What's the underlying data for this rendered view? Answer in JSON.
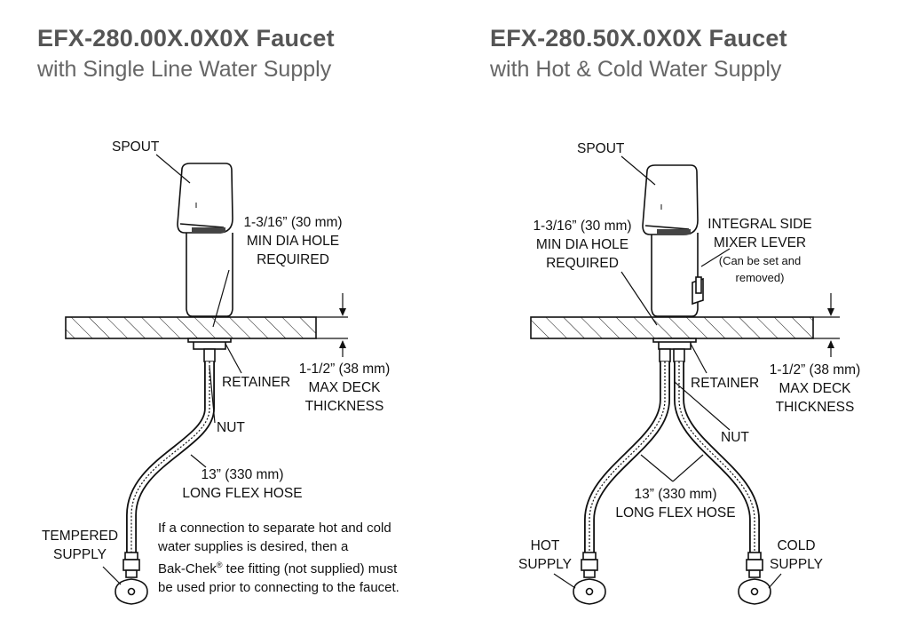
{
  "left": {
    "title": "EFX-280.00X.0X0X Faucet",
    "subtitle": "with Single Line Water Supply",
    "labels": {
      "spout": "SPOUT",
      "hole_1": "1-3/16” (30 mm)",
      "hole_2": "MIN DIA HOLE",
      "hole_3": "REQUIRED",
      "deck_1": "1-1/2” (38 mm)",
      "deck_2": "MAX DECK",
      "deck_3": "THICKNESS",
      "retainer": "RETAINER",
      "nut": "NUT",
      "hose_1": "13” (330 mm)",
      "hose_2": "LONG FLEX HOSE",
      "supply_1": "TEMPERED",
      "supply_2": "SUPPLY"
    },
    "note": {
      "line1": "If a connection to separate hot and cold",
      "line2": "water supplies is desired, then a",
      "line3_pre": "Bak-Chek",
      "line3_sup": "®",
      "line3_post": " tee fitting (not supplied) must",
      "line4": "be used prior to connecting to the faucet."
    }
  },
  "right": {
    "title": "EFX-280.50X.0X0X Faucet",
    "subtitle": "with Hot & Cold Water Supply",
    "labels": {
      "spout": "SPOUT",
      "hole_1": "1-3/16” (30 mm)",
      "hole_2": "MIN DIA HOLE",
      "hole_3": "REQUIRED",
      "lever_1": "INTEGRAL SIDE",
      "lever_2": "MIXER LEVER",
      "lever_3": "(Can be set and",
      "lever_4": "removed)",
      "deck_1": "1-1/2” (38 mm)",
      "deck_2": "MAX DECK",
      "deck_3": "THICKNESS",
      "retainer": "RETAINER",
      "nut": "NUT",
      "hose_1": "13” (330 mm)",
      "hose_2": "LONG FLEX HOSE",
      "hot_1": "HOT",
      "hot_2": "SUPPLY",
      "cold_1": "COLD",
      "cold_2": "SUPPLY"
    }
  }
}
